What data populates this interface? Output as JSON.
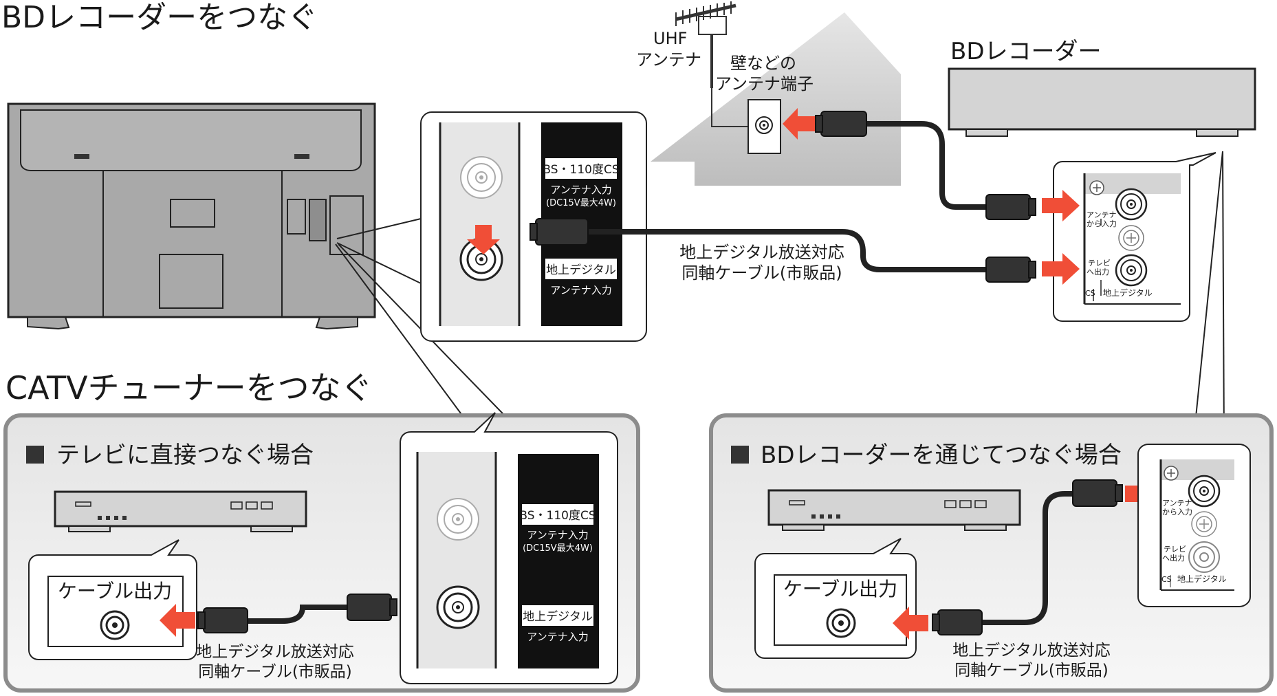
{
  "titles": {
    "bd": "BDレコーダーをつなぐ",
    "catv": "CATVチューナーをつなぐ"
  },
  "antenna": {
    "uhf_line1": "UHF",
    "uhf_line2": "アンテナ",
    "wall_line1": "壁などの",
    "wall_line2": "アンテナ端子"
  },
  "recorder": {
    "title": "BDレコーダー",
    "in_line1": "アンテナ",
    "in_line2": "から入力",
    "out_line1": "テレビ",
    "out_line2": "へ出力",
    "digital": "地上デジタル",
    "cs": "CS"
  },
  "tv_panel": {
    "bs_label": "BS・110度CS",
    "bs_sub1": "アンテナ入力",
    "bs_sub2": "(DC15V最大4W)",
    "dt_label": "地上デジタル",
    "dt_sub": "アンテナ入力"
  },
  "cable": {
    "line1": "地上デジタル放送対応",
    "line2": "同軸ケーブル(市販品)"
  },
  "box_direct": {
    "title": "テレビに直接つなぐ場合",
    "cable_out": "ケーブル出力"
  },
  "box_via": {
    "title": "BDレコーダーを通じてつなぐ場合",
    "cable_out": "ケーブル出力"
  },
  "colors": {
    "arrow": "#f04e37",
    "panel_black": "#111111",
    "device_gray": "#d4d4d4",
    "tv_gray": "#a9a9a9",
    "box_fill": "#f0f0f0",
    "box_border": "#8c8c8c"
  }
}
